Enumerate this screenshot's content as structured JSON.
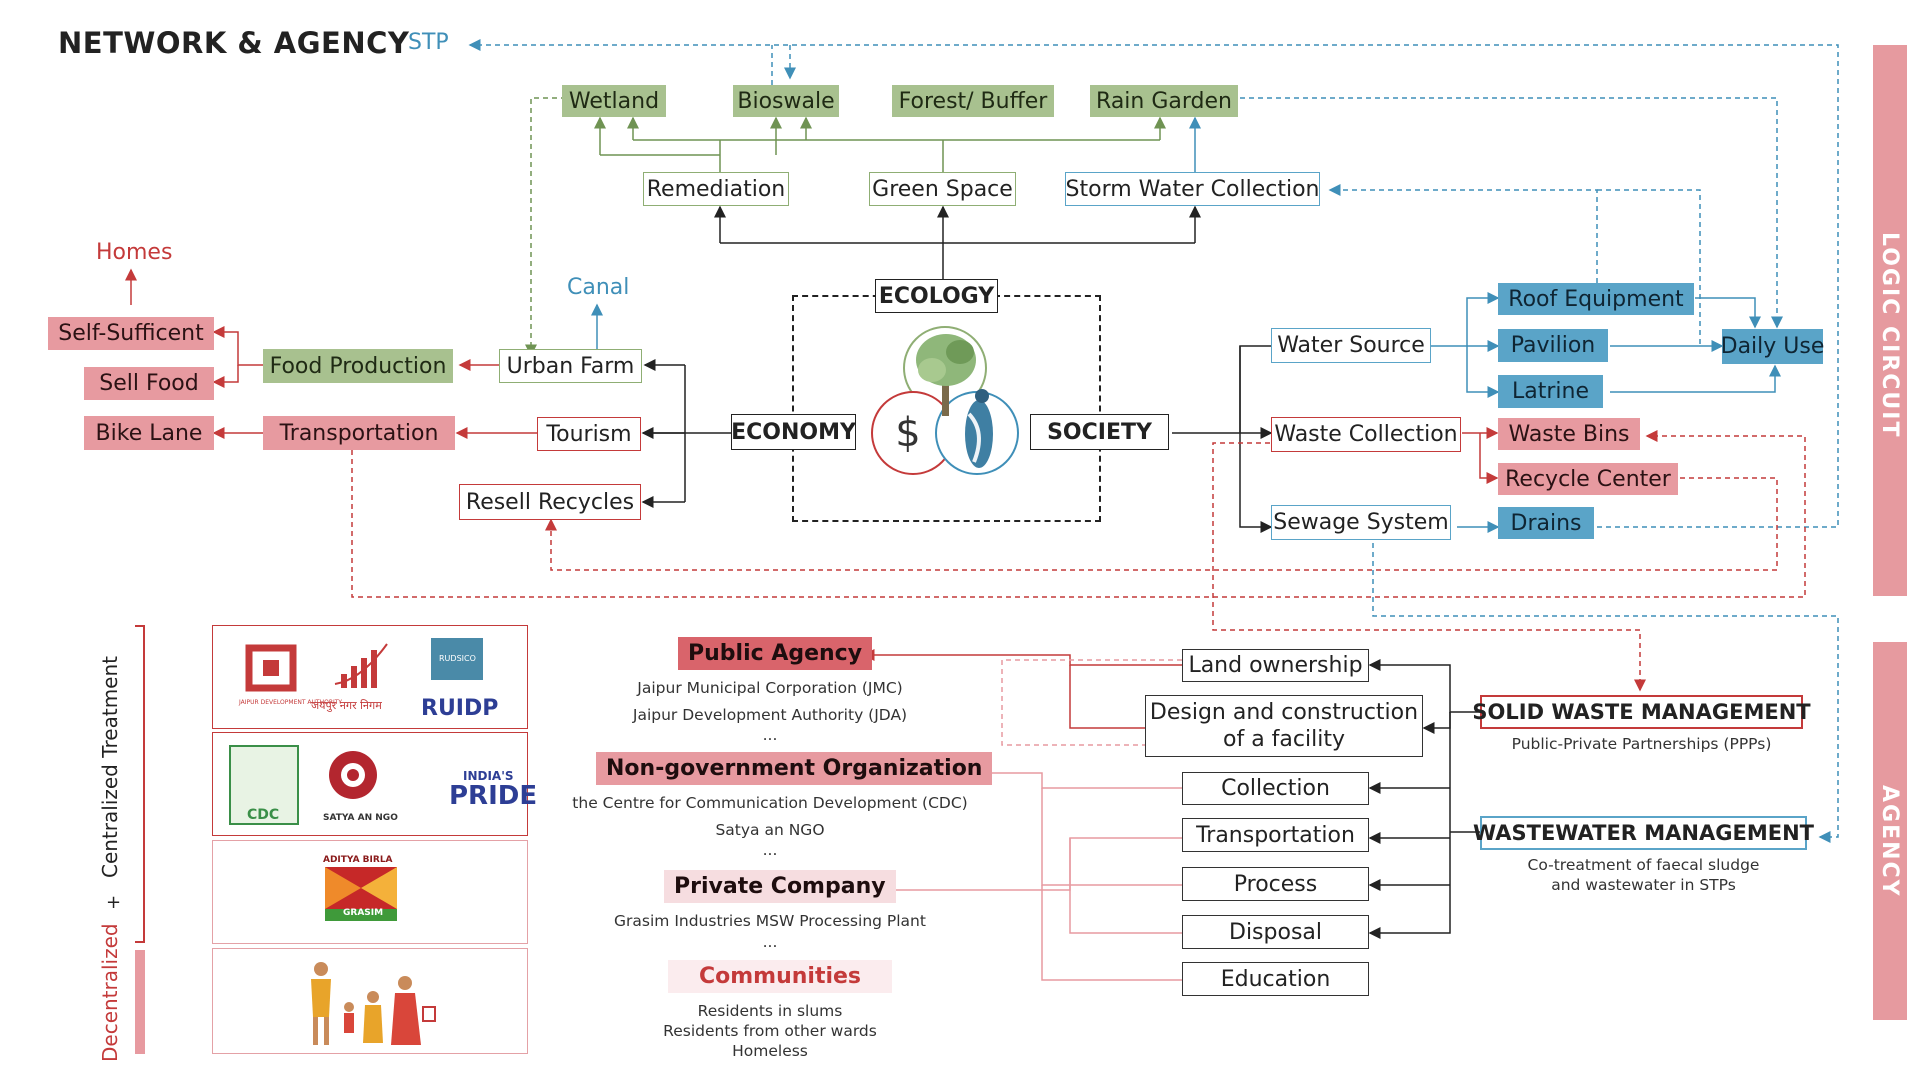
{
  "title": "NETWORK & AGENCY",
  "sidebands": {
    "top": "LOGIC CIRCUIT",
    "bottom": "AGENCY"
  },
  "ecology_nodes": {
    "wetland": "Wetland",
    "bioswale": "Bioswale",
    "forest": "Forest/ Buffer",
    "rain_garden": "Rain Garden",
    "remediation": "Remediation",
    "green_space": "Green Space",
    "storm_water": "Storm Water Collection",
    "stp": "STP"
  },
  "core": {
    "ecology": "ECOLOGY",
    "economy": "ECONOMY",
    "society": "SOCIETY"
  },
  "economy_nodes": {
    "urban_farm": "Urban Farm",
    "tourism": "Tourism",
    "resell": "Resell Recycles",
    "food_production": "Food Production",
    "transportation": "Transportation",
    "self_sufficient": "Self-Sufficent",
    "sell_food": "Sell Food",
    "bike_lane": "Bike Lane",
    "homes": "Homes",
    "canal": "Canal"
  },
  "society_nodes": {
    "water_source": "Water Source",
    "waste_collection": "Waste Collection",
    "sewage": "Sewage System",
    "roof_equipment": "Roof Equipment",
    "pavilion": "Pavilion",
    "latrine": "Latrine",
    "daily_use": "Daily Use",
    "waste_bins": "Waste Bins",
    "recycle_center": "Recycle Center",
    "drains": "Drains"
  },
  "treatment_labels": {
    "centralized": "Centralized Treatment",
    "plus": "+",
    "decentralized": "Decentralized"
  },
  "logos": {
    "row1": {
      "jda_small": "JAIPUR DEVELOPMENT AUTHORITY",
      "jmc": "जयपुर नगर निगम",
      "rudsico": "RUDSICO",
      "ruidp": "RUIDP"
    },
    "row2": {
      "cdc": "CDC",
      "satya": "SATYA AN NGO",
      "india_top": "INDIA'S",
      "india_pride": "PRIDE"
    },
    "row3": {
      "aditya": "ADITYA BIRLA",
      "grasim": "GRASIM"
    }
  },
  "agencies": {
    "public": {
      "head": "Public Agency",
      "lines": [
        "Jaipur Municipal Corporation (JMC)",
        "Jaipur Development Authority (JDA)",
        "..."
      ]
    },
    "ngo": {
      "head": "Non-government Organization",
      "lines": [
        "the Centre for Communication Development (CDC)",
        "Satya an NGO",
        "..."
      ]
    },
    "private": {
      "head": "Private Company",
      "lines": [
        "Grasim Industries MSW Processing Plant",
        "..."
      ]
    },
    "communities": {
      "head": "Communities",
      "lines": [
        "Residents in slums",
        "Residents from other wards",
        "Homeless"
      ]
    }
  },
  "roles": [
    "Land ownership",
    "Design and construction of a facility",
    "Collection",
    "Transportation",
    "Process",
    "Disposal",
    "Education"
  ],
  "management": {
    "solid": {
      "head": "SOLID WASTE MANAGEMENT",
      "sub": "Public-Private Partnerships (PPPs)"
    },
    "wastewater": {
      "head": "WASTEWATER MANAGEMENT",
      "sub1": "Co-treatment of faecal sludge",
      "sub2": "and wastewater in STPs"
    }
  },
  "colors": {
    "green": "#a8c18f",
    "blue": "#5aa4c8",
    "red": "#c43a3a",
    "pink": "#e79aa0",
    "band": "#e69a9f"
  }
}
